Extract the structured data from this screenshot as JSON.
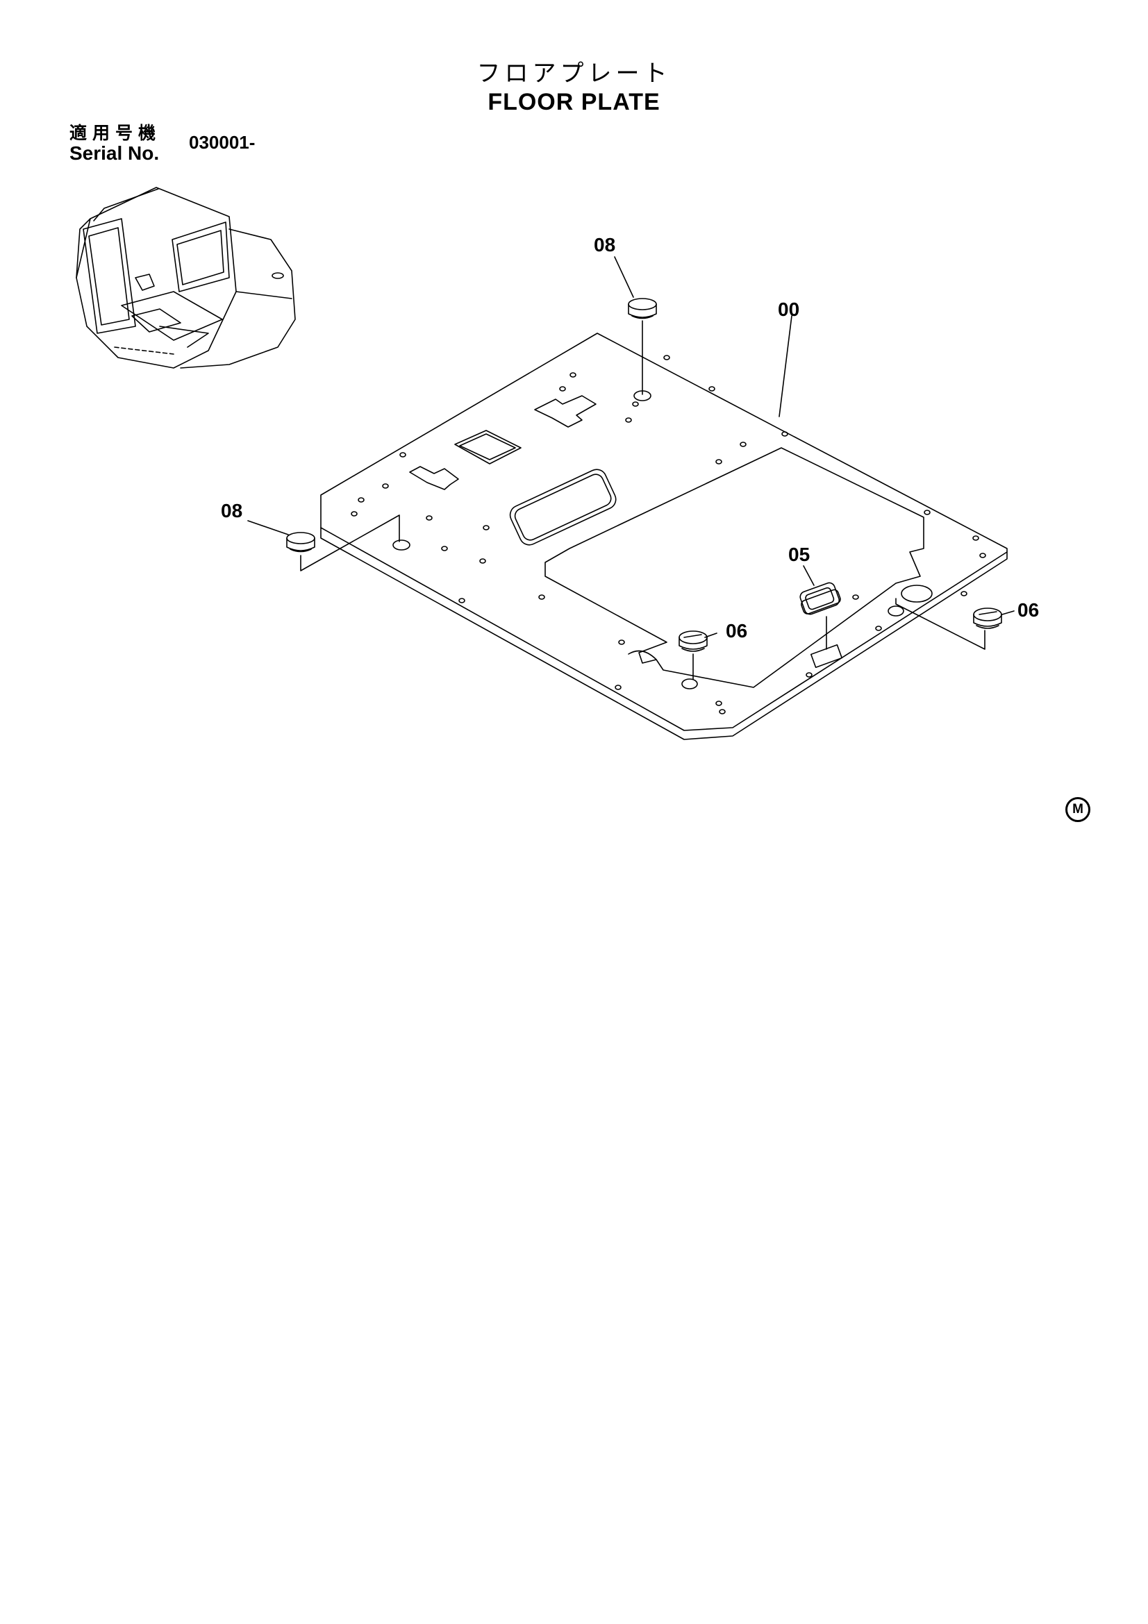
{
  "title": {
    "japanese": "フロアプレート",
    "english": "FLOOR PLATE"
  },
  "serial": {
    "label_jp": "適用号機",
    "label_en": "Serial No.",
    "value": "030001-"
  },
  "callouts": [
    "08",
    "00",
    "08",
    "05",
    "06",
    "06"
  ],
  "mark": "M"
}
